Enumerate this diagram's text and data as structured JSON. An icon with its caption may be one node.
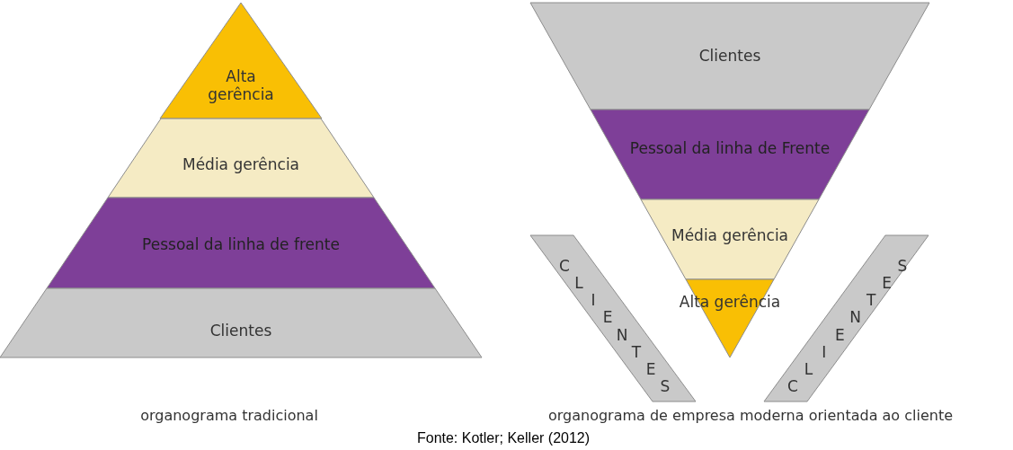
{
  "diagram": {
    "caption": "Fonte: Kotler; Keller (2012)",
    "nodes": [
      {
        "text": [
          "Alta gerência"
        ]
      },
      {
        "text": [
          "Média gerência"
        ]
      },
      {
        "text": [
          "Pessoal da linha de frente"
        ]
      },
      {
        "text": [
          "Clientes"
        ]
      },
      {
        "text": [
          "Clientes"
        ]
      },
      {
        "text": [
          "Pessoal da linha de Frente"
        ]
      },
      {
        "text": [
          "Média gerência"
        ]
      },
      {
        "text": [
          "Alta gerência"
        ]
      },
      {
        "text": [
          "CLIENTES"
        ]
      },
      {
        "text": [
          "CLIENTES"
        ]
      }
    ],
    "labels": [
      "organograma tradicional",
      "organograma de empresa moderna orientada ao cliente"
    ]
  }
}
